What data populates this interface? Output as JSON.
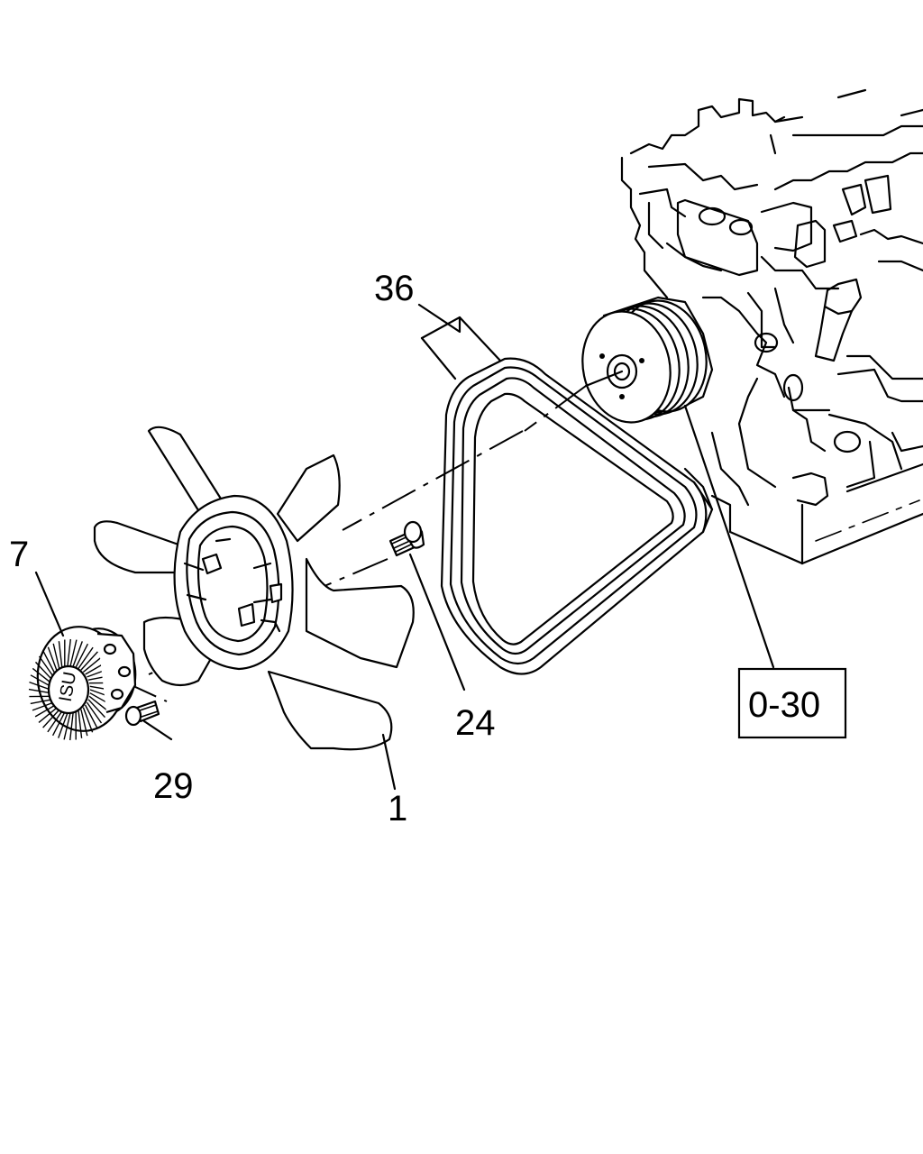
{
  "callouts": {
    "fan": "1",
    "fan_clutch": "7",
    "bolt_24": "24",
    "bolt_29": "29",
    "belt": "36",
    "ref_box": "0-30"
  }
}
